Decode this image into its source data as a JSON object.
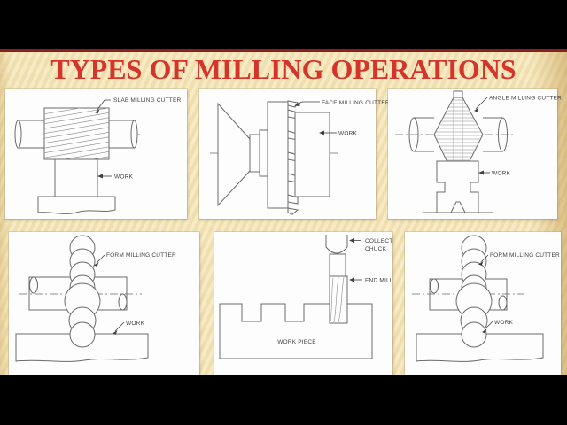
{
  "slide": {
    "title": "TYPES OF MILLING OPERATIONS",
    "colors": {
      "title_red": "#d4342a",
      "accent_strip": "#8a1f1f",
      "background_tan": "#f2e2b4",
      "stripe_light": "#f7eac4",
      "panel_white": "#fdfdfd",
      "drawing_line_gray": "#6a6a6a",
      "label_gray": "#3f3f3f",
      "letterbox_black": "#000000"
    },
    "panels": [
      {
        "name": "slab-milling",
        "labels": {
          "cutter": "SLAB MILLING CUTTER",
          "work": "WORK"
        }
      },
      {
        "name": "face-milling",
        "labels": {
          "cutter": "FACE MILLING CUTTER",
          "work": "WORK"
        }
      },
      {
        "name": "angle-milling",
        "labels": {
          "cutter": "ANGLE MILLING CUTTER",
          "work": "WORK"
        }
      },
      {
        "name": "form-milling-1",
        "labels": {
          "cutter": "FORM MILLING CUTTER",
          "work": "WORK"
        }
      },
      {
        "name": "end-milling",
        "labels": {
          "chuck_line1": "COLLECT",
          "chuck_line2": "CHUCK",
          "end_mill": "END MILL",
          "work": "WORK PIECE"
        }
      },
      {
        "name": "form-milling-2",
        "labels": {
          "cutter": "FORM MILLING CUTTER",
          "work": "WORK"
        }
      }
    ]
  }
}
